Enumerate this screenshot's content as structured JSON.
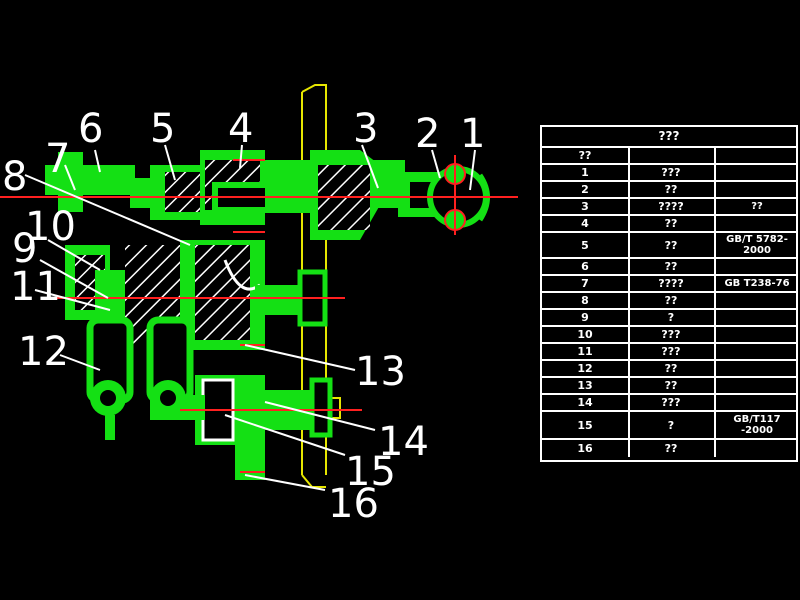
{
  "callouts": [
    "1",
    "2",
    "3",
    "4",
    "5",
    "6",
    "7",
    "8",
    "9",
    "10",
    "11",
    "12",
    "13",
    "14",
    "15",
    "16"
  ],
  "table": {
    "title": "???",
    "header": [
      "??",
      "",
      ""
    ],
    "rows": [
      {
        "no": "1",
        "name": "???",
        "std": ""
      },
      {
        "no": "2",
        "name": "??",
        "std": ""
      },
      {
        "no": "3",
        "name": "????",
        "std": "??"
      },
      {
        "no": "4",
        "name": "??",
        "std": ""
      },
      {
        "no": "5",
        "name": "??",
        "std": "GB/T 5782-2000"
      },
      {
        "no": "6",
        "name": "??",
        "std": ""
      },
      {
        "no": "7",
        "name": "????",
        "std": "GB T238-76"
      },
      {
        "no": "8",
        "name": "??",
        "std": ""
      },
      {
        "no": "9",
        "name": "?",
        "std": ""
      },
      {
        "no": "10",
        "name": "???",
        "std": ""
      },
      {
        "no": "11",
        "name": "???",
        "std": ""
      },
      {
        "no": "12",
        "name": "??",
        "std": ""
      },
      {
        "no": "13",
        "name": "??",
        "std": ""
      },
      {
        "no": "14",
        "name": "???",
        "std": ""
      },
      {
        "no": "15",
        "name": "?",
        "std": "GB/T117 -2000"
      },
      {
        "no": "16",
        "name": "??",
        "std": ""
      }
    ]
  },
  "colors": {
    "part": "#14e014",
    "centerline": "#ff2020",
    "hatch": "#ffffff",
    "plate": "#e6e600",
    "background": "#000000"
  }
}
